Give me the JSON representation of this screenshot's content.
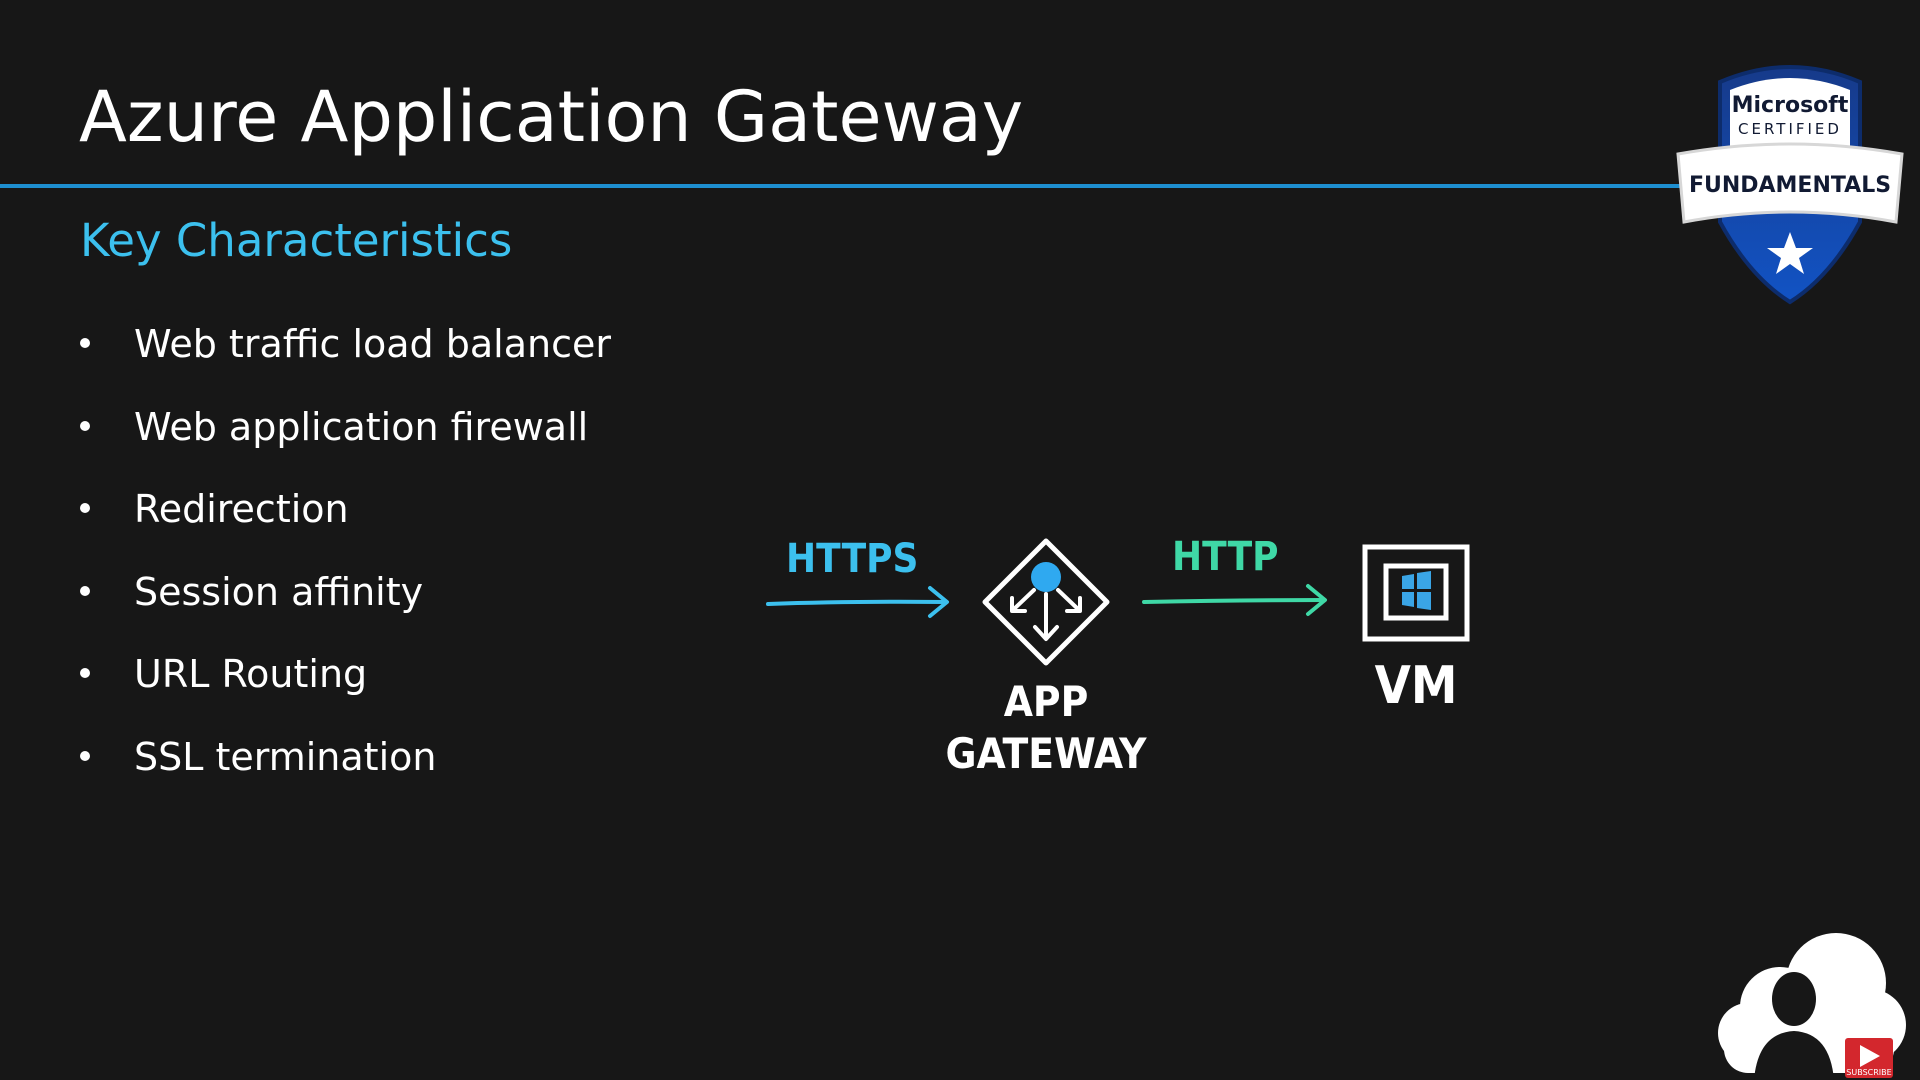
{
  "slide": {
    "title": "Azure Application Gateway",
    "subtitle": "Key Characteristics",
    "bullets": [
      "Web traffic load balancer",
      "Web application firewall",
      "Redirection",
      "Session affinity",
      "URL Routing",
      "SSL termination"
    ]
  },
  "diagram": {
    "https_label": "HTTPS",
    "http_label": "HTTP",
    "gateway_label_line1": "APP",
    "gateway_label_line2": "GATEWAY",
    "vm_label": "VM",
    "colors": {
      "https": "#3cc0ee",
      "http": "#3fd8a6",
      "globe": "#2fa9f0",
      "vm_logo": "#3aa5e6"
    }
  },
  "badge": {
    "brand": "Microsoft",
    "certified": "CERTIFIED",
    "level": "FUNDAMENTALS",
    "colors": {
      "shield_top": "#163a8a",
      "shield_bottom": "#1253c4",
      "ribbon": "#ffffff"
    }
  },
  "channel": {
    "subscribe": "SUBSCRIBE",
    "subscribe_color": "#d3272d"
  },
  "theme": {
    "background": "#171717",
    "accent_line": "#1e8fd0",
    "subtitle_color": "#3cc0ee"
  }
}
